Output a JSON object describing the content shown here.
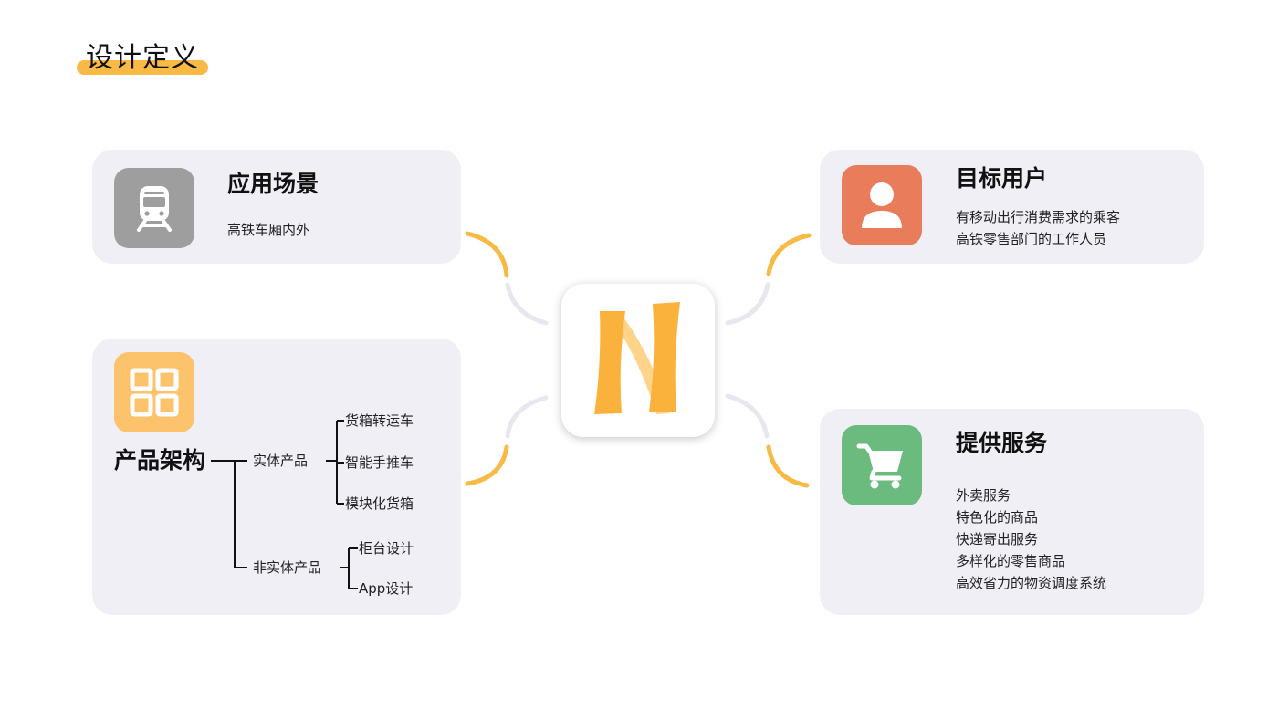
{
  "page_title": "设计定义",
  "colors": {
    "accent": "#f8b945",
    "card_bg": "#f0eff6",
    "scene_icon_bg": "#9e9e9e",
    "user_icon_bg": "#e97c5a",
    "product_icon_bg": "#fdc26c",
    "service_icon_bg": "#6bbb7f",
    "connector_gray": "#e8e7f0"
  },
  "scene": {
    "title": "应用场景",
    "icon": "train-icon",
    "lines": [
      "高铁车厢内外"
    ]
  },
  "users": {
    "title": "目标用户",
    "icon": "user-icon",
    "lines": [
      "有移动出行消费需求的乘客",
      "高铁零售部门的工作人员"
    ]
  },
  "product": {
    "title": "产品架构",
    "icon": "grid-icon",
    "physical": {
      "label": "实体产品",
      "items": [
        "货箱转运车",
        "智能手推车",
        "模块化货箱"
      ]
    },
    "nonphysical": {
      "label": "非实体产品",
      "items": [
        "柜台设计",
        "App设计"
      ]
    }
  },
  "service": {
    "title": "提供服务",
    "icon": "cart-icon",
    "lines": [
      "外卖服务",
      "特色化的商品",
      "快递寄出服务",
      "多样化的零售商品",
      "高效省力的物资调度系统"
    ]
  },
  "center": {
    "icon": "brand-logo-icon"
  }
}
